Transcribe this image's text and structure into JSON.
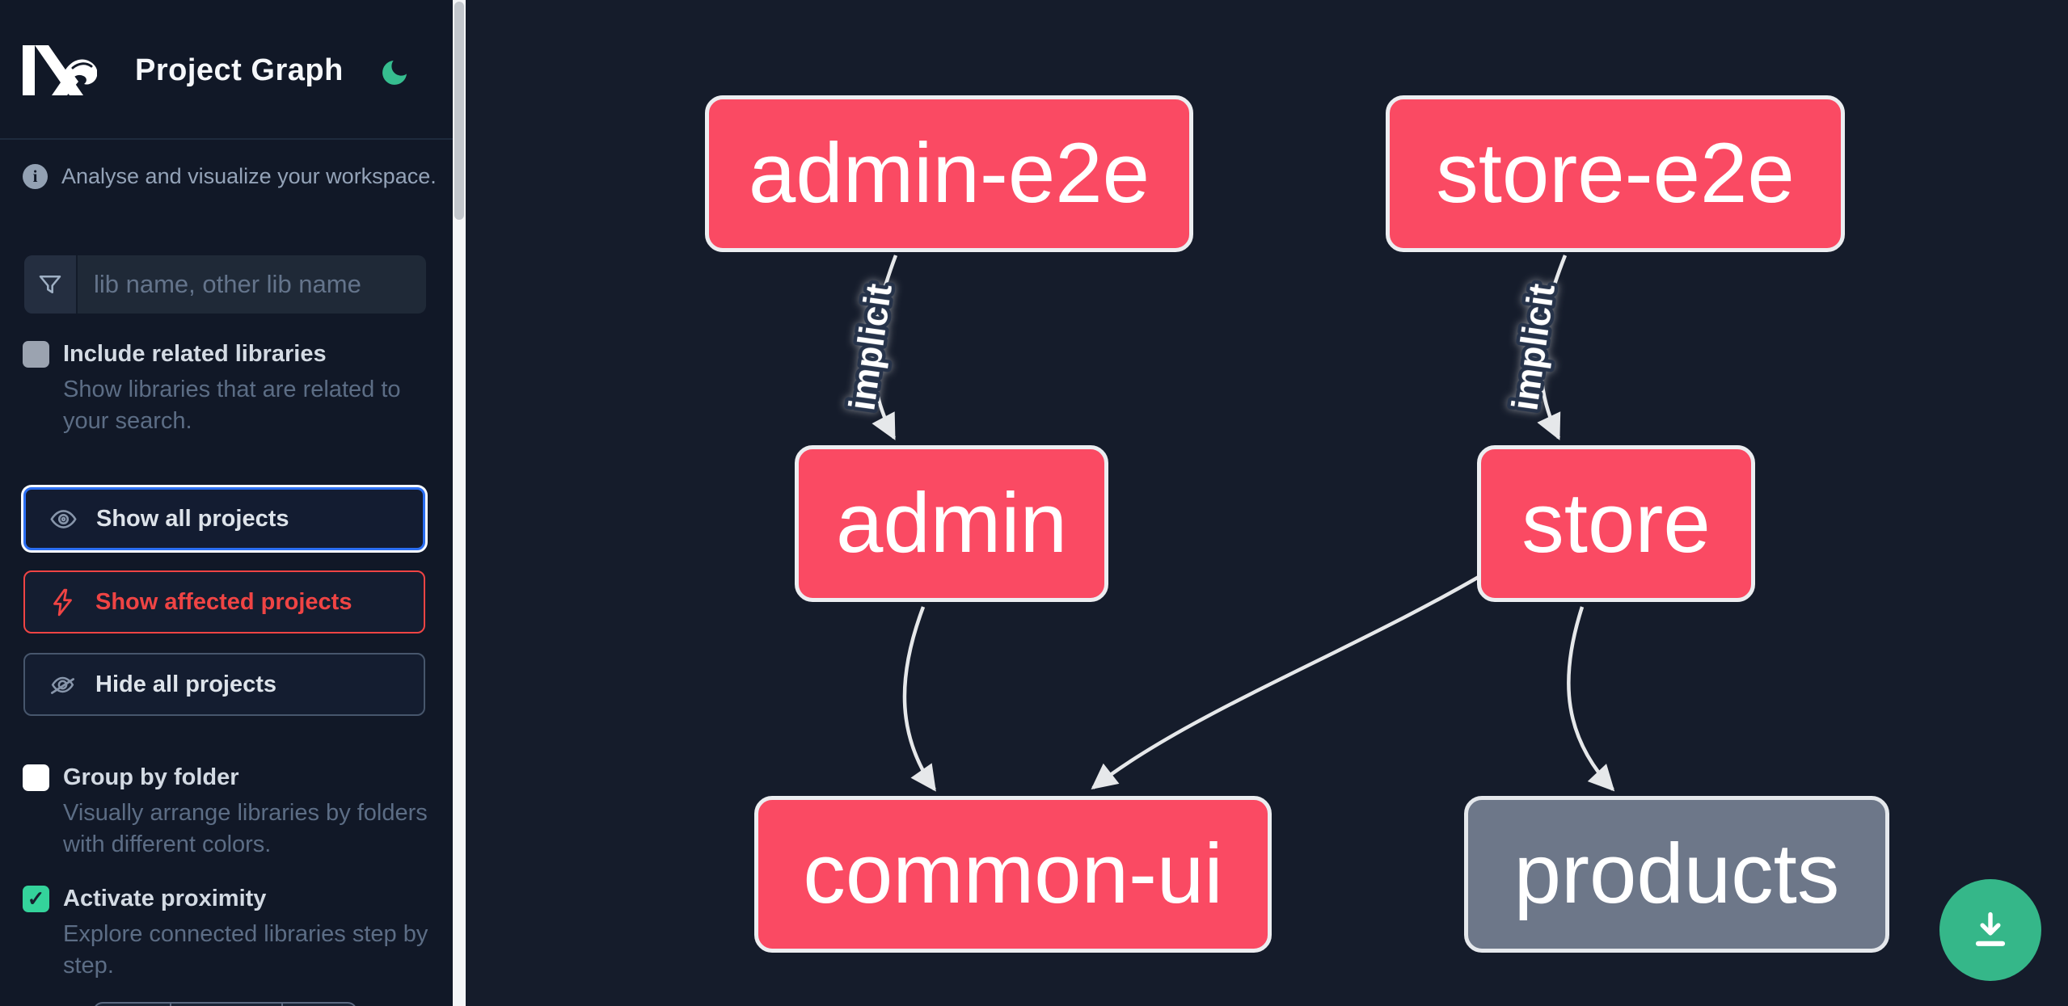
{
  "header": {
    "app": "Nx",
    "title": "Project Graph",
    "theme_toggle": "dark-mode-moon"
  },
  "sidebar": {
    "tagline": "Analyse and visualize your workspace.",
    "search": {
      "placeholder": "lib name, other lib name",
      "value": ""
    },
    "toggles": [
      {
        "label": "Include related libraries",
        "description": "Show libraries that are related to your search.",
        "checked": false
      },
      {
        "label": "Group by folder",
        "description": "Visually arrange libraries by folders with different colors.",
        "checked": false
      },
      {
        "label": "Activate proximity",
        "description": "Explore connected libraries step by step.",
        "checked": true
      }
    ],
    "actions": [
      {
        "label": "Show all projects",
        "state": "focused"
      },
      {
        "label": "Show affected projects",
        "state": "affected"
      },
      {
        "label": "Hide all projects",
        "state": "default"
      }
    ],
    "check_glyph": "✓"
  },
  "graph": {
    "nodes": [
      {
        "id": "admin-e2e",
        "label": "admin-e2e",
        "type": "affected"
      },
      {
        "id": "store-e2e",
        "label": "store-e2e",
        "type": "affected"
      },
      {
        "id": "admin",
        "label": "admin",
        "type": "affected"
      },
      {
        "id": "store",
        "label": "store",
        "type": "affected"
      },
      {
        "id": "common-ui",
        "label": "common-ui",
        "type": "affected"
      },
      {
        "id": "products",
        "label": "products",
        "type": "normal"
      }
    ],
    "edges": [
      {
        "from": "admin-e2e",
        "to": "admin",
        "label": "implicit"
      },
      {
        "from": "store-e2e",
        "to": "store",
        "label": "implicit"
      },
      {
        "from": "admin",
        "to": "common-ui",
        "label": ""
      },
      {
        "from": "store",
        "to": "common-ui",
        "label": ""
      },
      {
        "from": "store",
        "to": "products",
        "label": ""
      }
    ]
  },
  "fab": {
    "action": "download-graph-image"
  },
  "theme": {
    "canvas_background": "#151c2b",
    "sidebar_background": "#111827",
    "affected_node": "#fa4a63",
    "default_node": "#6d7789",
    "node_border": "#eceef1",
    "edge": "#e6e8ea",
    "accent_blue": "#2b6ef2",
    "accent_red": "#ef4444",
    "fab_green": "#35b789",
    "moon_green": "#36bd8f",
    "checkbox_green": "#34d39b"
  }
}
